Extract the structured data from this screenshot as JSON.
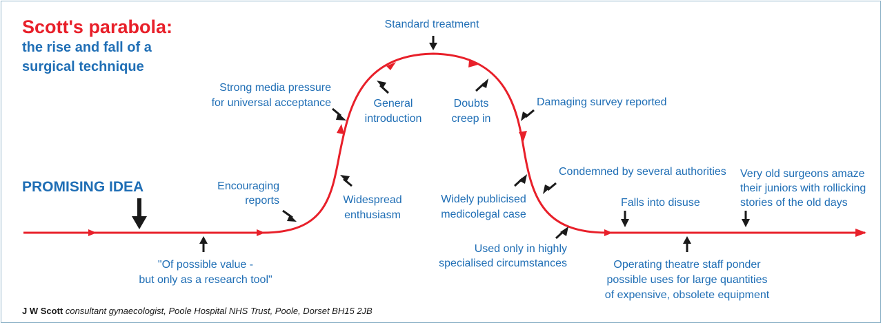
{
  "colors": {
    "red": "#e8202a",
    "blue": "#1f6eb5",
    "dark": "#1a1a1a",
    "border": "#8fb3c8"
  },
  "title": {
    "main": "Scott's parabola:",
    "sub_line1": "the rise and fall of a",
    "sub_line2": "surgical technique"
  },
  "promising_idea": "PROMISING IDEA",
  "stages": {
    "possible_value_line1": "\"Of possible value -",
    "possible_value_line2": "but only as a research tool\"",
    "encouraging_line1": "Encouraging",
    "encouraging_line2": "reports",
    "media_line1": "Strong media pressure",
    "media_line2": "for universal acceptance",
    "widespread_line1": "Widespread",
    "widespread_line2": "enthusiasm",
    "general_line1": "General",
    "general_line2": "introduction",
    "standard": "Standard treatment",
    "doubts_line1": "Doubts",
    "doubts_line2": "creep in",
    "survey": "Damaging survey reported",
    "medicolegal_line1": "Widely publicised",
    "medicolegal_line2": "medicolegal case",
    "condemned": "Condemned by several authorities",
    "specialised_line1": "Used only in highly",
    "specialised_line2": "specialised circumstances",
    "disuse": "Falls into disuse",
    "theatre_line1": "Operating theatre staff ponder",
    "theatre_line2": "possible uses for large quantities",
    "theatre_line3": "of expensive, obsolete equipment",
    "surgeons_line1": "Very old surgeons amaze",
    "surgeons_line2": "their juniors with rollicking",
    "surgeons_line3": "stories of the old days"
  },
  "credit": {
    "author": "J W Scott",
    "affiliation": " consultant gynaecologist, Poole Hospital NHS Trust, Poole, Dorset BH15 2JB"
  }
}
